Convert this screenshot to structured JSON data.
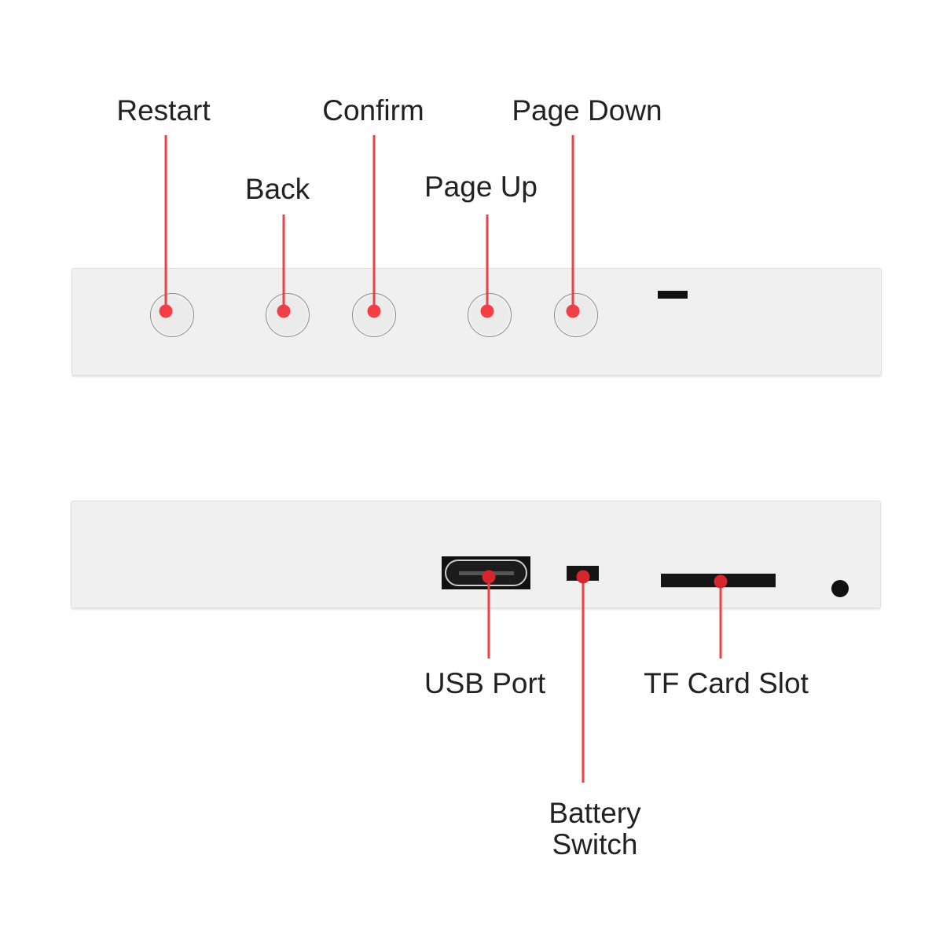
{
  "top_panel": {
    "labels": {
      "restart": "Restart",
      "back": "Back",
      "confirm": "Confirm",
      "page_up": "Page Up",
      "page_down": "Page Down"
    }
  },
  "bottom_panel": {
    "labels": {
      "usb_port": "USB Port",
      "battery_switch_line1": "Battery",
      "battery_switch_line2": "Switch",
      "tf_card_slot": "TF Card Slot"
    }
  },
  "colors": {
    "callout": "#f23f45",
    "panel": "#f0f0f0",
    "text": "#222222"
  }
}
